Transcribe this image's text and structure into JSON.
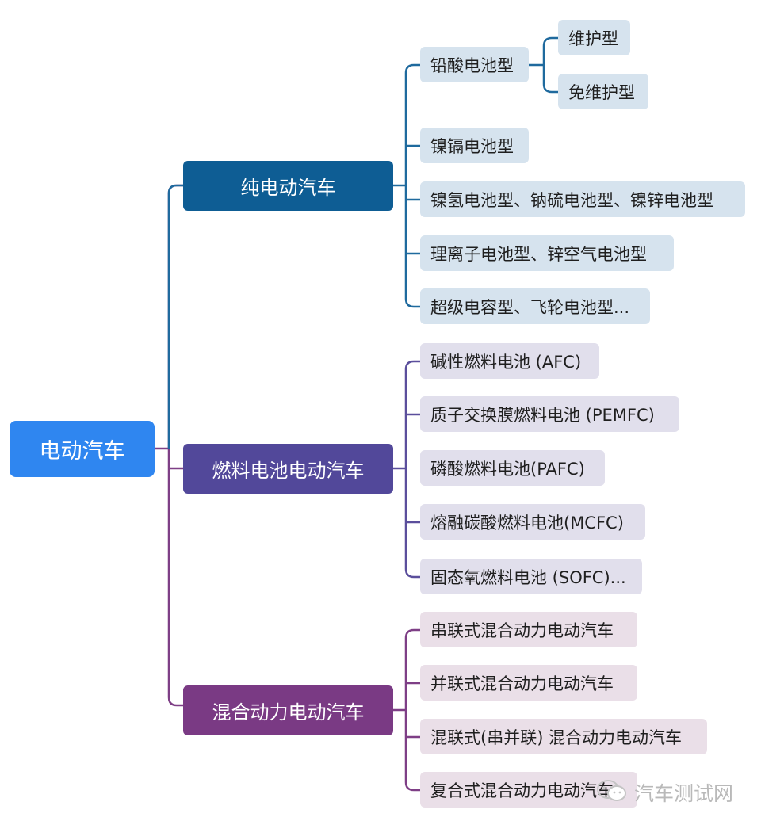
{
  "root": {
    "label": "电动汽车",
    "color": "#2f86f0"
  },
  "categories": [
    {
      "label": "纯电动汽车",
      "color": "#0e5d94",
      "line_color": "#1f6a9e",
      "leaf_bg": "#d6e3ee",
      "children": [
        {
          "label": "铅酸电池型",
          "children": [
            {
              "label": "维护型"
            },
            {
              "label": "免维护型"
            }
          ]
        },
        {
          "label": "镍镉电池型"
        },
        {
          "label": "镍氢电池型、钠硫电池型、镍锌电池型"
        },
        {
          "label": "理离子电池型、锌空气电池型"
        },
        {
          "label": "超级电容型、飞轮电池型..."
        }
      ]
    },
    {
      "label": "燃料电池电动汽车",
      "color": "#52489a",
      "line_color": "#5b4f9c",
      "leaf_bg": "#e1dfec",
      "children": [
        {
          "label": "碱性燃料电池 (AFC)"
        },
        {
          "label": "质子交换膜燃料电池 (PEMFC)"
        },
        {
          "label": "磷酸燃料电池(PAFC)"
        },
        {
          "label": "熔融碳酸燃料电池(MCFC)"
        },
        {
          "label": "固态氧燃料电池 (SOFC)..."
        }
      ]
    },
    {
      "label": "混合动力电动汽车",
      "color": "#7a3a84",
      "line_color": "#7e3f86",
      "leaf_bg": "#eadfe8",
      "children": [
        {
          "label": "串联式混合动力电动汽车"
        },
        {
          "label": "并联式混合动力电动汽车"
        },
        {
          "label": "混联式(串并联) 混合动力电动汽车"
        },
        {
          "label": "复合式混合动力电动汽车"
        }
      ]
    }
  ],
  "watermark": {
    "text": "汽车测试网",
    "icon": "wechat-icon"
  }
}
